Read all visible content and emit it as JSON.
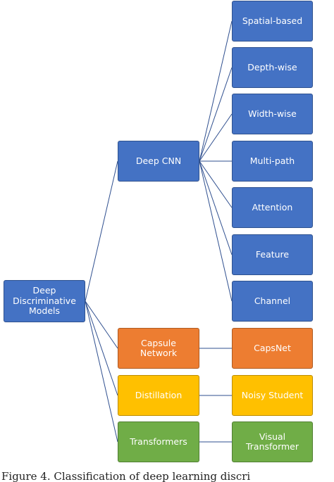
{
  "diagram": {
    "root": {
      "label": "Deep Discriminative Models"
    },
    "branches": [
      {
        "label": "Deep CNN",
        "color": "#4472c4",
        "children": [
          "Spatial-based",
          "Depth-wise",
          "Width-wise",
          "Multi-path",
          "Attention",
          "Feature",
          "Channel"
        ]
      },
      {
        "label": "Capsule Network",
        "color": "#ed7d31",
        "children": [
          "CapsNet"
        ]
      },
      {
        "label": "Distillation",
        "color": "#ffc000",
        "children": [
          "Noisy Student"
        ]
      },
      {
        "label": "Transformers",
        "color": "#70ad47",
        "children": [
          "Visual Transformer"
        ]
      }
    ],
    "line_color": "#2f4f8f"
  },
  "caption": "Figure 4. Classification of deep learning discri"
}
